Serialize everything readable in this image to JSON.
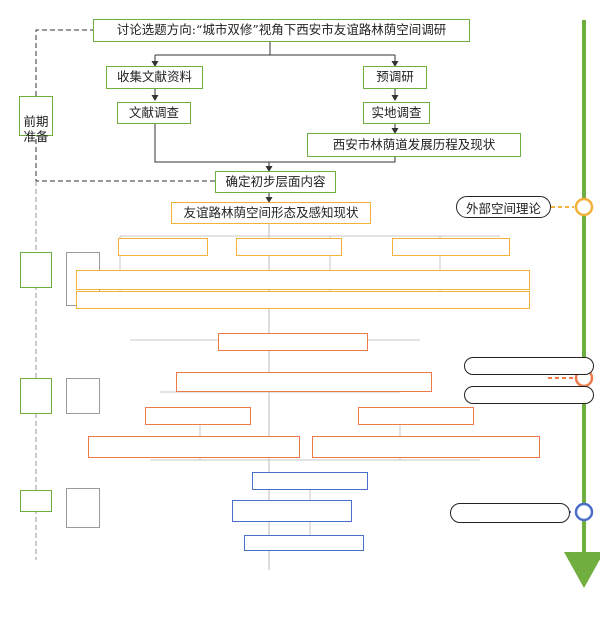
{
  "topic": "讨论选题方向:“城市双修”视角下西安市友谊路林荫空间调研",
  "prep": {
    "stage_label": "前期\n准备",
    "collect": "收集文献资料",
    "literature": "文献调查",
    "survey": "预调研",
    "field": "实地调查",
    "history": "西安市林荫道发展历程及现状",
    "confirm": "确定初步层面内容"
  },
  "status": "友谊路林荫空间形态及感知现状",
  "theory": {
    "outer": "外部空间理论",
    "mid1": "",
    "mid2": "",
    "low": ""
  },
  "stage2": {
    "label": "",
    "sub": ""
  },
  "stage3": {
    "label": "",
    "sub": ""
  },
  "stage4": {
    "label": "",
    "sub": ""
  },
  "footer": "",
  "colors": {
    "green": "#6fae3f",
    "orange": "#f2b23a",
    "salmon": "#ee7a4a",
    "blue": "#4a6fc9",
    "line": "#333333"
  }
}
